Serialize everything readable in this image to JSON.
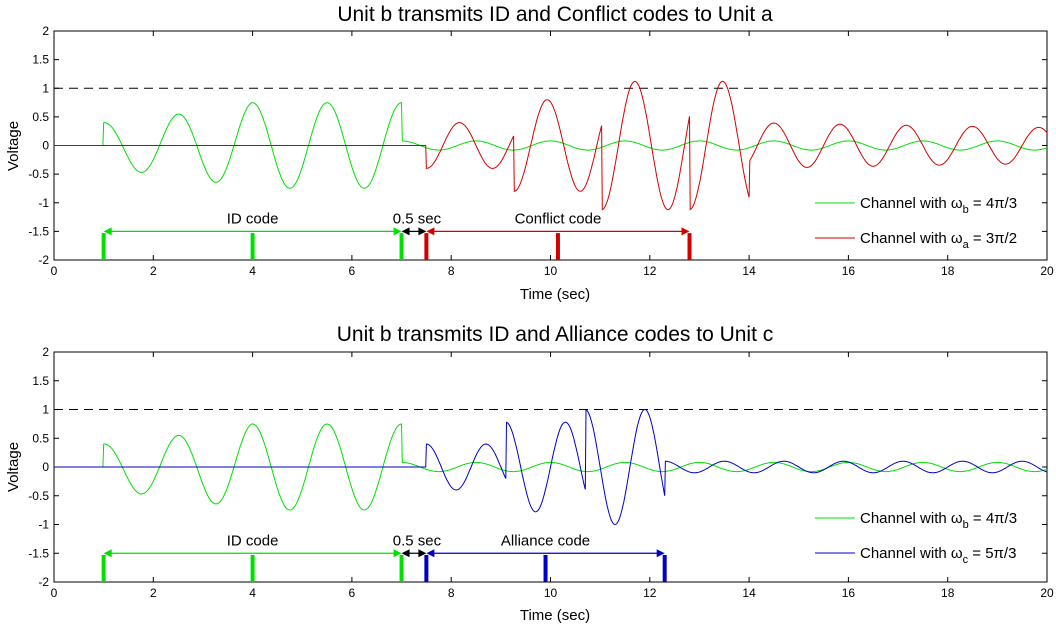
{
  "chart_data": [
    {
      "type": "line",
      "title": "Unit b transmits ID and Conflict codes to Unit a",
      "xlabel": "Time (sec)",
      "ylabel": "Voltage",
      "xlim": [
        0,
        20
      ],
      "ylim": [
        -2,
        2
      ],
      "x_ticks": [
        "0",
        "2",
        "4",
        "6",
        "8",
        "10",
        "12",
        "14",
        "16",
        "18",
        "20"
      ],
      "y_ticks": [
        "2",
        "1.5",
        "1",
        "0.5",
        "0",
        "-0.5",
        "-1",
        "-1.5",
        "-2"
      ],
      "threshold": 1,
      "legend_location": "lower-right",
      "series": [
        {
          "legend_prefix": "Channel with ω",
          "legend_sub": "b",
          "legend_suffix": " = 4π/3",
          "color": "#00e000",
          "model": "b1"
        },
        {
          "legend_prefix": "Channel with ω",
          "legend_sub": "a",
          "legend_suffix": " = 3π/2",
          "color": "#d40000",
          "model": "a"
        }
      ],
      "code_spans": [
        {
          "label": "ID code",
          "from": 1,
          "to": 7,
          "color": "#00e000"
        },
        {
          "label": "0.5 sec",
          "from": 7,
          "to": 7.5,
          "color": "#000000"
        },
        {
          "label": "Conflict code",
          "from": 7.5,
          "to": 12.8,
          "color": "#d40000"
        }
      ],
      "markers": [
        {
          "x": 1,
          "color": "#00e000"
        },
        {
          "x": 4,
          "color": "#00e000"
        },
        {
          "x": 7,
          "color": "#00e000"
        },
        {
          "x": 7.5,
          "color": "#d40000"
        },
        {
          "x": 10.15,
          "color": "#d40000"
        },
        {
          "x": 12.8,
          "color": "#d40000"
        }
      ]
    },
    {
      "type": "line",
      "title": "Unit b transmits ID and Alliance codes to Unit c",
      "xlabel": "Time (sec)",
      "ylabel": "Voltage",
      "xlim": [
        0,
        20
      ],
      "ylim": [
        -2,
        2
      ],
      "x_ticks": [
        "0",
        "2",
        "4",
        "6",
        "8",
        "10",
        "12",
        "14",
        "16",
        "18",
        "20"
      ],
      "y_ticks": [
        "2",
        "1.5",
        "1",
        "0.5",
        "0",
        "-0.5",
        "-1",
        "-1.5",
        "-2"
      ],
      "threshold": 1,
      "legend_location": "lower-right",
      "series": [
        {
          "legend_prefix": "Channel with ω",
          "legend_sub": "b",
          "legend_suffix": " = 4π/3",
          "color": "#00e000",
          "model": "b2"
        },
        {
          "legend_prefix": "Channel with ω",
          "legend_sub": "c",
          "legend_suffix": " = 5π/3",
          "color": "#0000c8",
          "model": "c"
        }
      ],
      "code_spans": [
        {
          "label": "ID code",
          "from": 1,
          "to": 7,
          "color": "#00e000"
        },
        {
          "label": "0.5 sec",
          "from": 7,
          "to": 7.5,
          "color": "#000000"
        },
        {
          "label": "Alliance code",
          "from": 7.5,
          "to": 12.3,
          "color": "#0000c8"
        }
      ],
      "markers": [
        {
          "x": 1,
          "color": "#00e000"
        },
        {
          "x": 4,
          "color": "#00e000"
        },
        {
          "x": 7,
          "color": "#00e000"
        },
        {
          "x": 7.5,
          "color": "#0000c8"
        },
        {
          "x": 9.9,
          "color": "#0000c8"
        },
        {
          "x": 12.3,
          "color": "#0000c8"
        }
      ]
    }
  ]
}
